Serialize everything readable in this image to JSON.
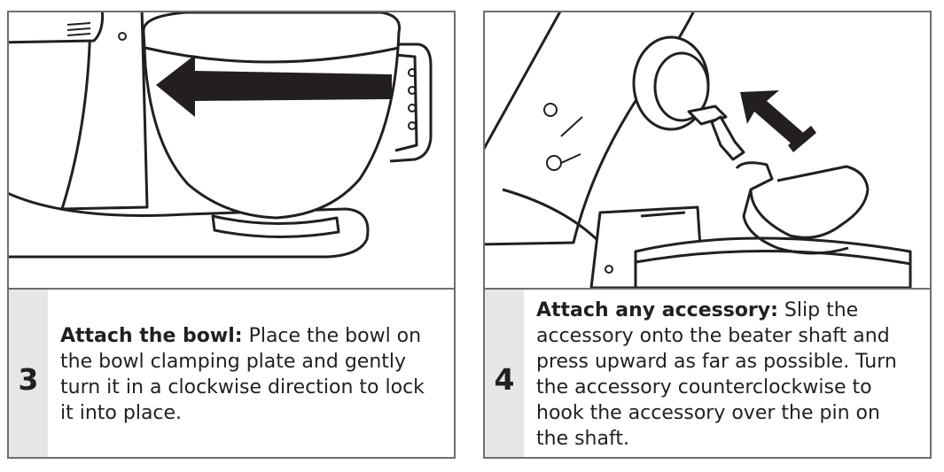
{
  "steps": [
    {
      "number": "3",
      "title": "Attach the bowl:",
      "body": "Place the bowl on the bowl clamping plate and gently turn it in a clockwise direction to lock it into place."
    },
    {
      "number": "4",
      "title": "Attach any accessory:",
      "body": "Slip the accessory onto the beater shaft and press upward as far as possible. Turn the accessory counterclockwise to hook the accessory over the pin on the shaft."
    }
  ]
}
